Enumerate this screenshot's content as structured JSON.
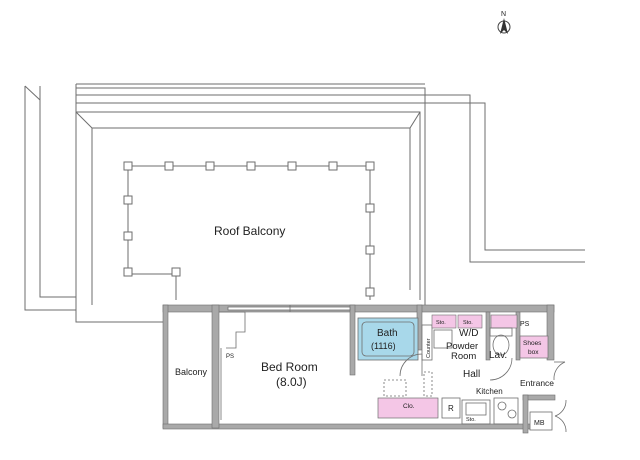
{
  "north_label": "N",
  "rooms": {
    "roof_balcony": "Roof Balcony",
    "bed_room": "Bed Room",
    "bed_room_size": "(8.0J)",
    "balcony": "Balcony",
    "bath": "Bath",
    "bath_size": "(1116)",
    "wd": "W/D",
    "powder_room_1": "Powder",
    "powder_room_2": "Room",
    "lav": "Lav.",
    "hall": "Hall",
    "kitchen": "Kitchen",
    "entrance": "Entrance",
    "shoes_box_1": "Shoes",
    "shoes_box_2": "box",
    "closet": "Clo.",
    "refrigerator": "R",
    "storage_1": "Sto.",
    "storage_2": "Sto.",
    "storage_3": "Sto.",
    "counter": "Counter",
    "ps_1": "PS",
    "ps_2": "PS",
    "mb": "MB"
  },
  "colors": {
    "wall": "#a9a9a9",
    "line": "#6e6e6e",
    "bath_fill": "#a8d8ea",
    "closet_fill": "#f4c6e6",
    "shoes_fill": "#f4c6e6"
  }
}
